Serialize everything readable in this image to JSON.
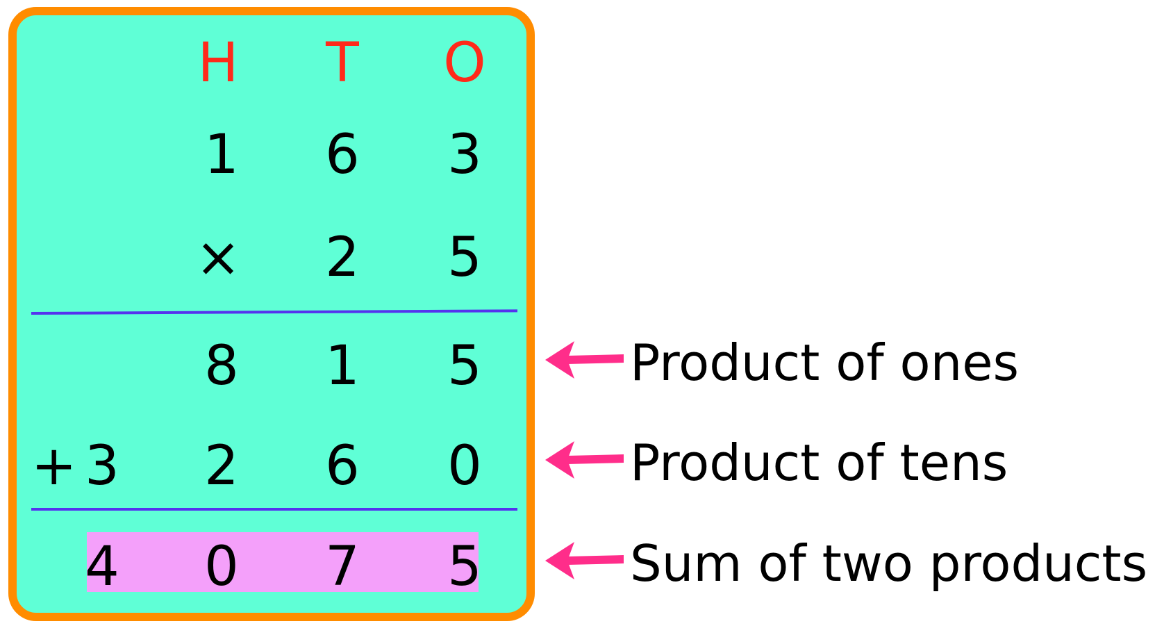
{
  "headers": [
    "H",
    "T",
    "O"
  ],
  "multiplicand": [
    "1",
    "6",
    "3"
  ],
  "multiplier": {
    "sign": "×",
    "digits": [
      "2",
      "5"
    ]
  },
  "product_ones": [
    "8",
    "1",
    "5"
  ],
  "product_tens": {
    "sign": "+",
    "digits": [
      "3",
      "2",
      "6",
      "0"
    ]
  },
  "sum": [
    "4",
    "0",
    "7",
    "5"
  ],
  "labels": {
    "product_ones": "Product of ones",
    "product_tens": "Product of tens",
    "sum": "Sum of two products"
  },
  "colors": {
    "panel_fill": "#5fffd6",
    "panel_border": "#ff8c00",
    "header_text": "#ff2a1a",
    "rule": "#5533ee",
    "sum_highlight": "#f4a0fa",
    "arrow": "#ff2d8a"
  }
}
